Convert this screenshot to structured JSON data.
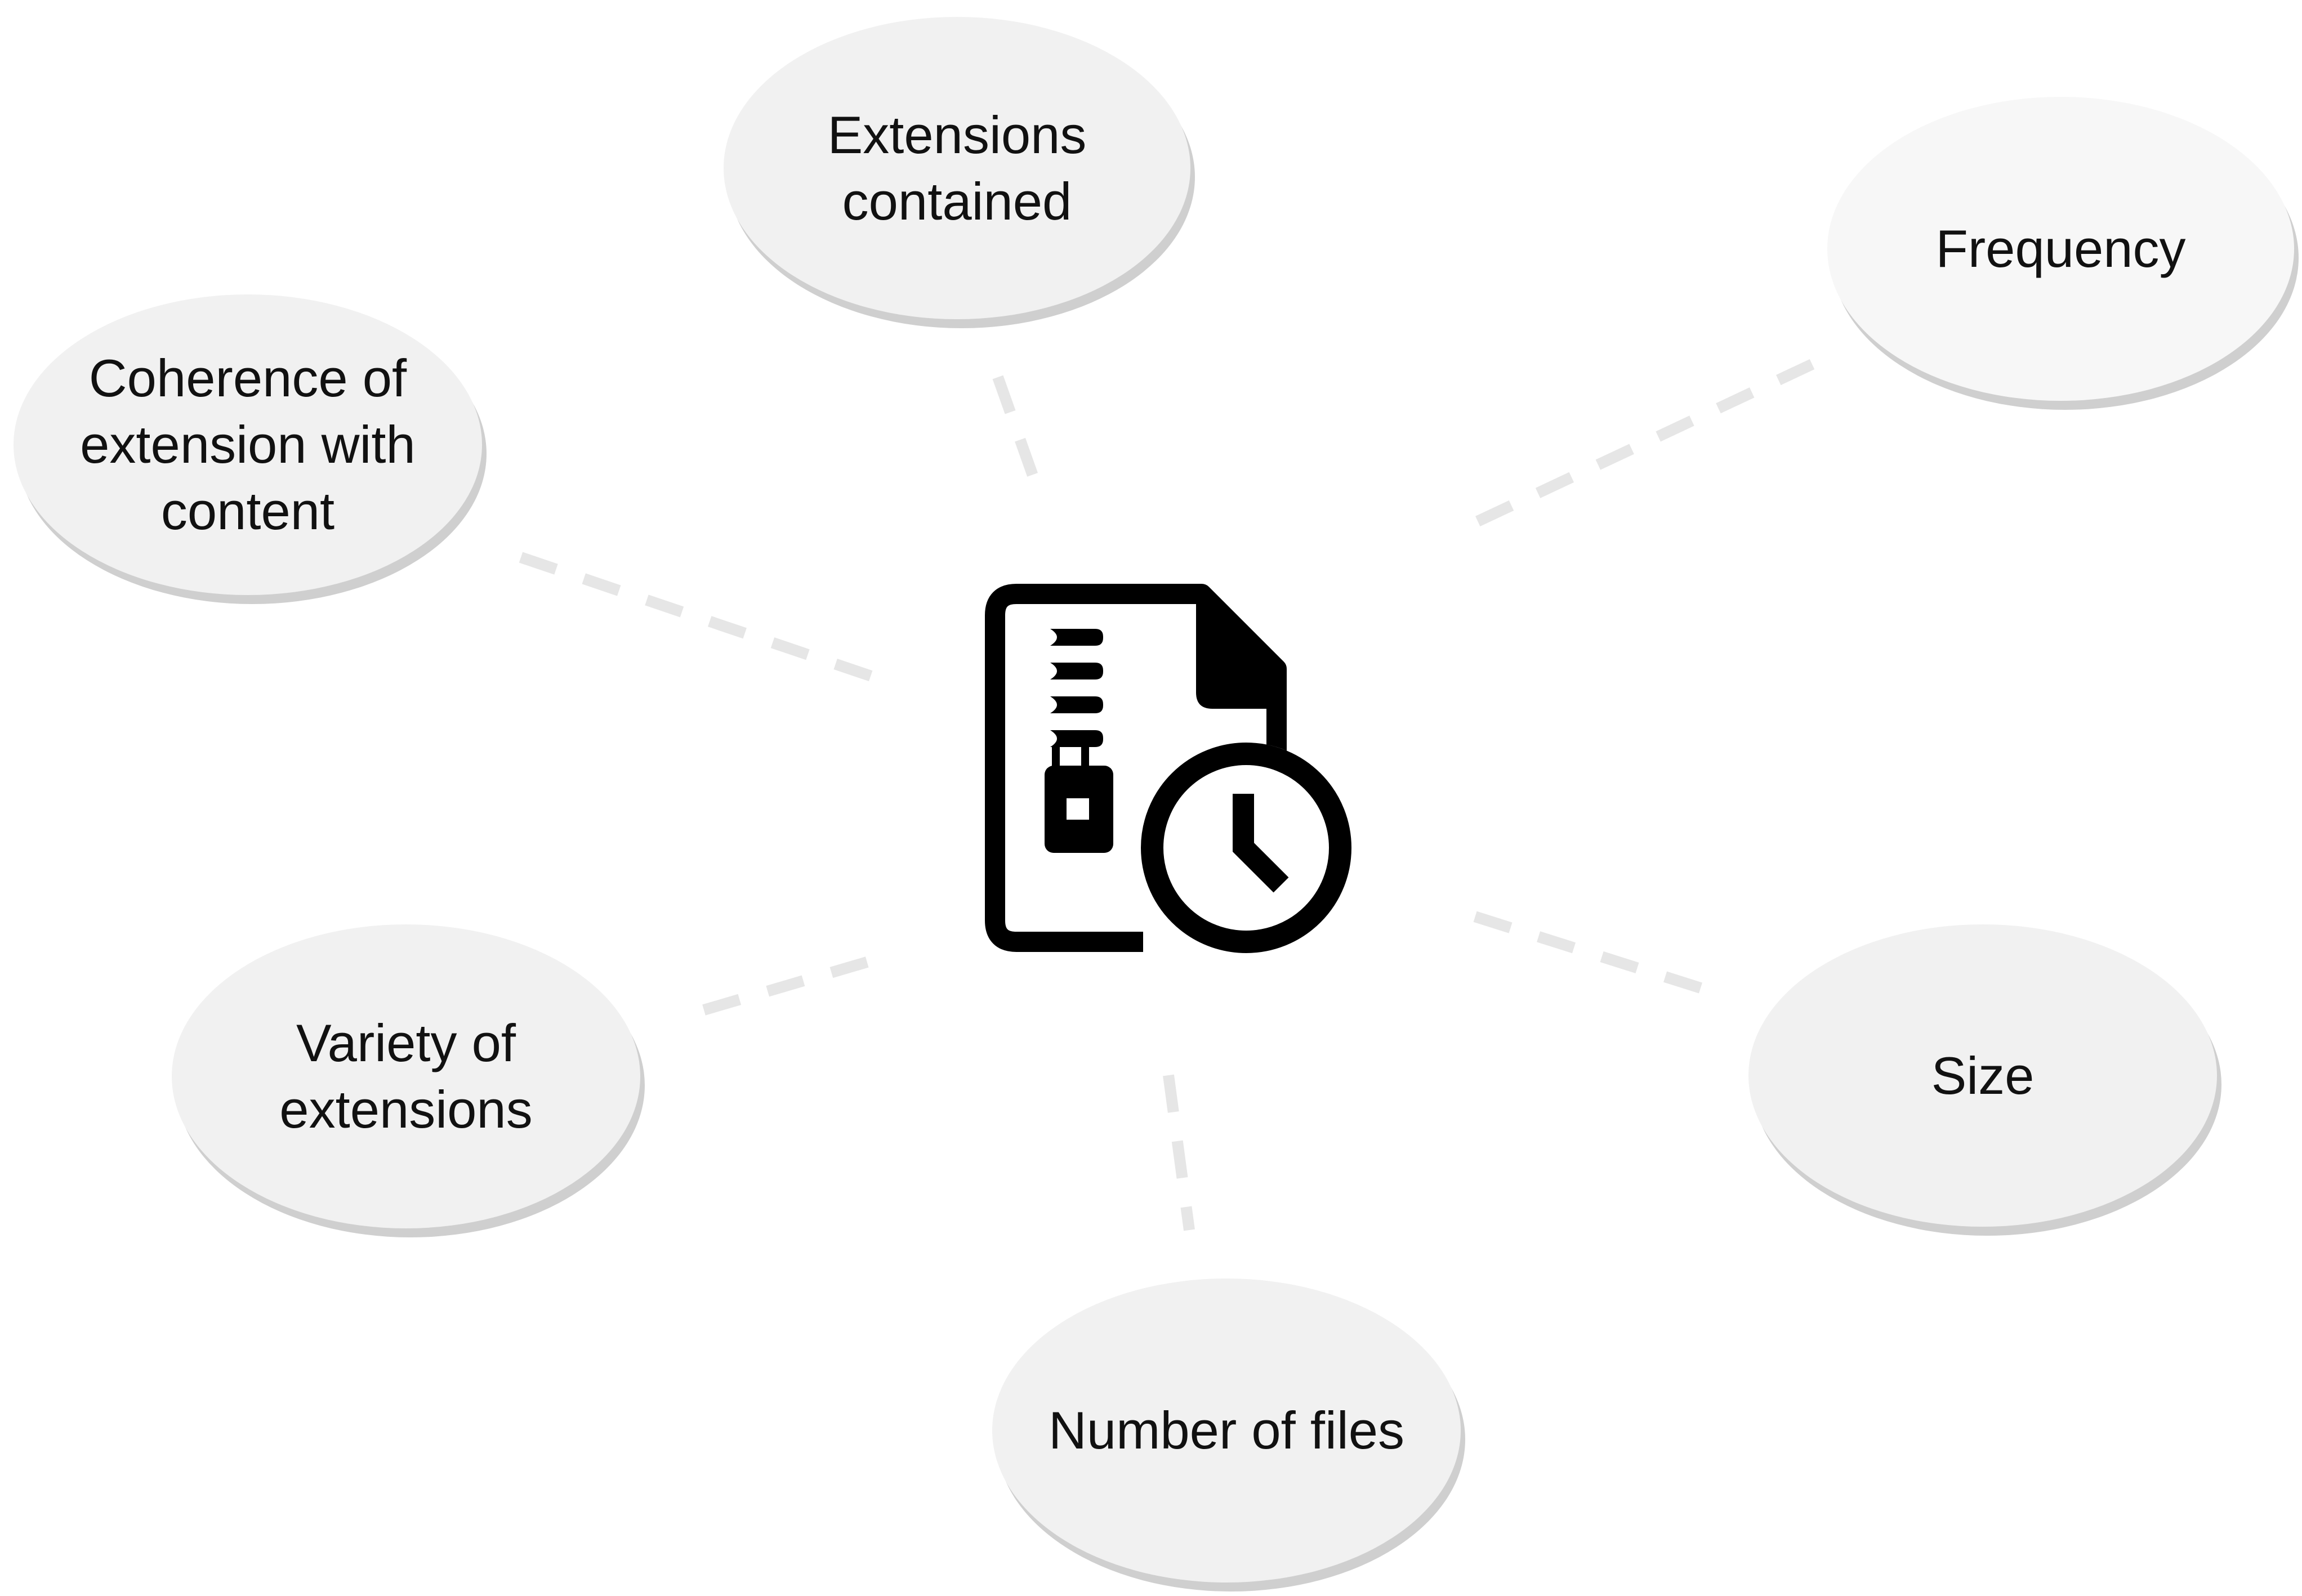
{
  "diagram": {
    "center_icon": "zip-file-clock-icon",
    "nodes": [
      {
        "id": "extensions-contained",
        "label": "Extensions\ncontained"
      },
      {
        "id": "frequency",
        "label": "Frequency"
      },
      {
        "id": "coherence",
        "label": "Coherence of\nextension with\ncontent"
      },
      {
        "id": "variety",
        "label": "Variety of\nextensions"
      },
      {
        "id": "size",
        "label": "Size"
      },
      {
        "id": "number-of-files",
        "label": "Number of files"
      }
    ],
    "colors": {
      "bubble_fill": "#f1f1f1",
      "bubble_shadow": "#cfcfcf",
      "connector": "#e6e6e6",
      "icon": "#000000",
      "text": "#111111"
    }
  }
}
